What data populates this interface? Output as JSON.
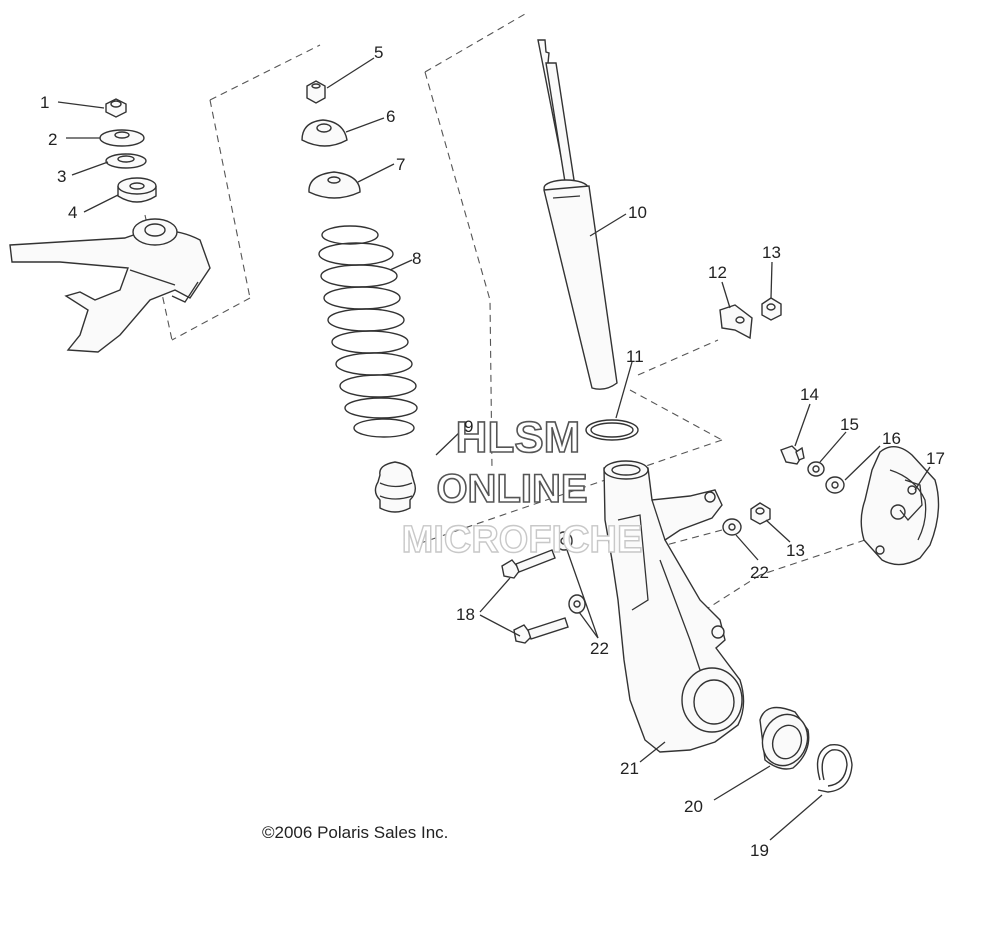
{
  "diagram": {
    "copyright": "©2006 Polaris Sales Inc.",
    "watermark": {
      "line1": "HLSM",
      "line2": "ONLINE",
      "line3": "MICROFICHE"
    },
    "callouts": [
      "1",
      "2",
      "3",
      "4",
      "5",
      "6",
      "7",
      "8",
      "9",
      "10",
      "11",
      "12",
      "13",
      "13",
      "14",
      "15",
      "16",
      "17",
      "18",
      "19",
      "20",
      "21",
      "22",
      "22"
    ]
  }
}
